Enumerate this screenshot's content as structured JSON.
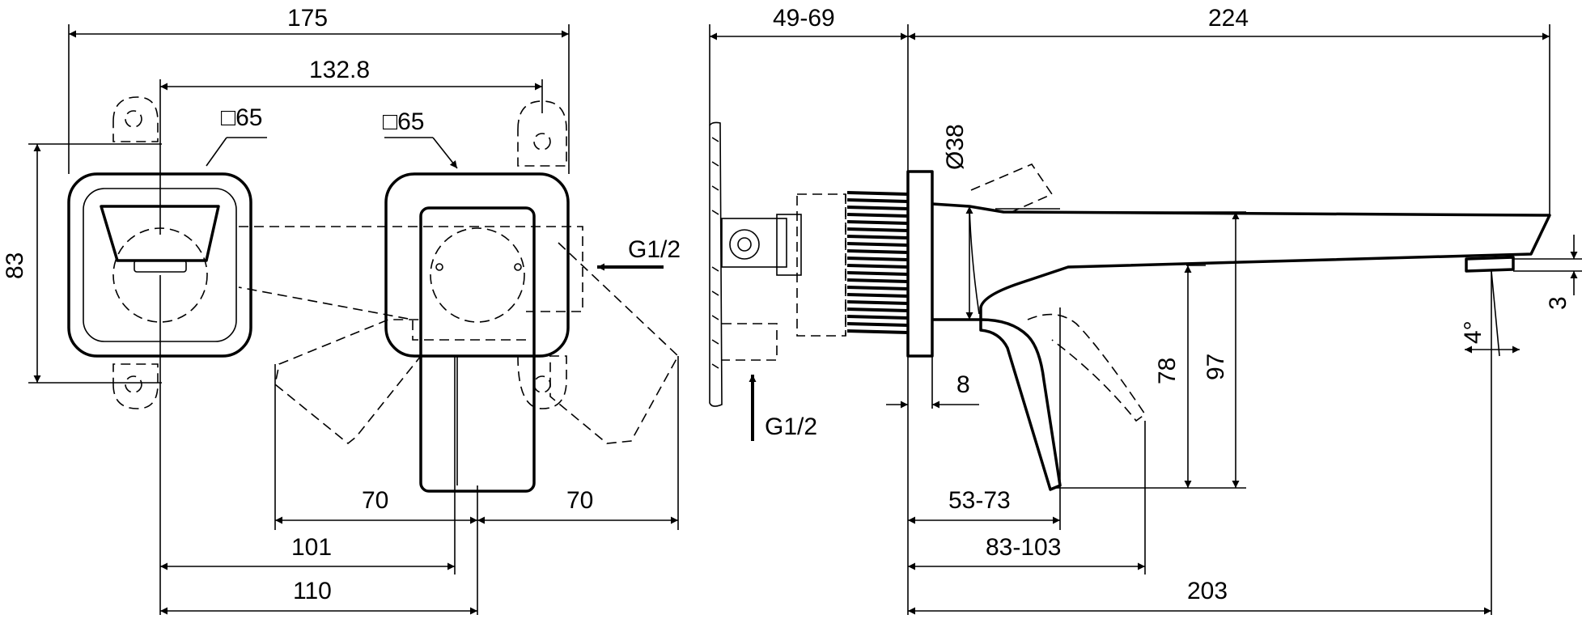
{
  "dimensions": {
    "front_width_total": "175",
    "front_center_distance": "132.8",
    "plate_left": "□65",
    "plate_right": "□65",
    "height_left": "83",
    "lever_swing_left": "70",
    "lever_swing_right": "70",
    "offset_101": "101",
    "offset_110": "110",
    "inlet_front": "G1/2",
    "wall_depth": "49-69",
    "spout_length_total": "224",
    "diameter": "Ø38",
    "inlet_side": "G1/2",
    "plate_thickness": "8",
    "height_78": "78",
    "height_97": "97",
    "outlet_3": "3",
    "angle_4": "4°",
    "range_53_73": "53-73",
    "range_83_103": "83-103",
    "reach_203": "203"
  }
}
